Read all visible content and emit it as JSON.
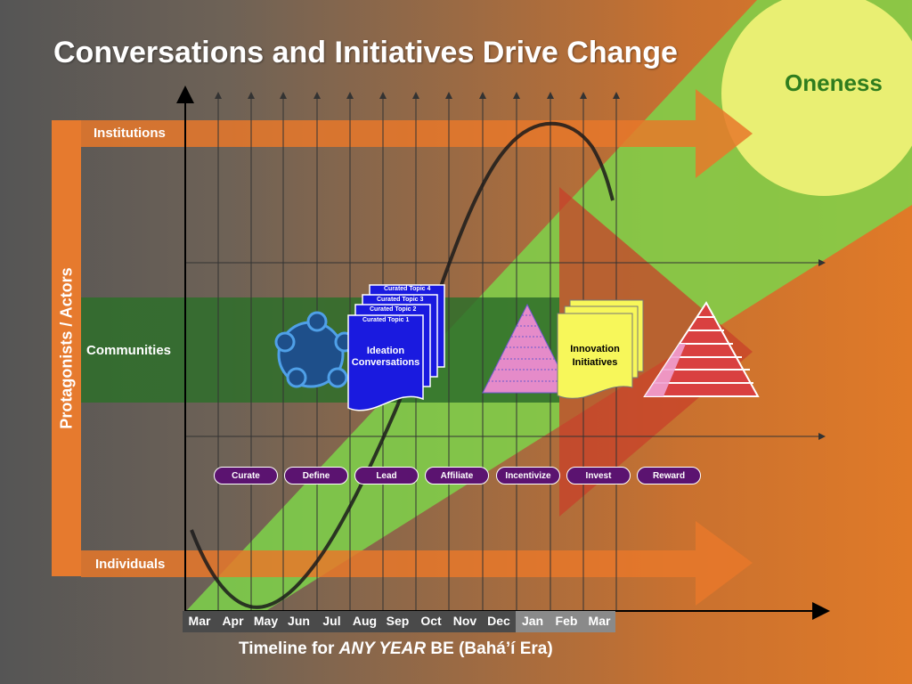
{
  "title": "Conversations and Initiatives Drive Change",
  "oneness_label": "Oneness",
  "vertical_label": "Protagonists / Actors",
  "rows": {
    "institutions": "Institutions",
    "communities": "Communities",
    "individuals": "Individuals"
  },
  "months": [
    "Mar",
    "Apr",
    "May",
    "Jun",
    "Jul",
    "Aug",
    "Sep",
    "Oct",
    "Nov",
    "Dec",
    "Jan",
    "Feb",
    "Mar"
  ],
  "timeline": {
    "prefix": "Timeline for",
    "emphasis": "ANY YEAR",
    "suffix": "BE (Bahá’í Era)"
  },
  "actions": [
    "Curate",
    "Define",
    "Lead",
    "Affiliate",
    "Incentivize",
    "Invest",
    "Reward"
  ],
  "ideation": {
    "topics": [
      "Curated Topic 4",
      "Curated Topic 3",
      "Curated Topic 2",
      "Curated Topic 1"
    ],
    "label_line1": "Ideation",
    "label_line2": "Conversations"
  },
  "initiatives": {
    "label_line1": "Innovation",
    "label_line2": "Initiatives"
  },
  "colors": {
    "band_orange": "#e8782a",
    "communities_green": "#2e6e2a",
    "growth_green": "#7ed34a",
    "oneness_yellow": "#e9ef73",
    "action_purple": "#5b1370",
    "doc_blue": "#1a1adf",
    "note_yellow": "#f7f75a"
  }
}
